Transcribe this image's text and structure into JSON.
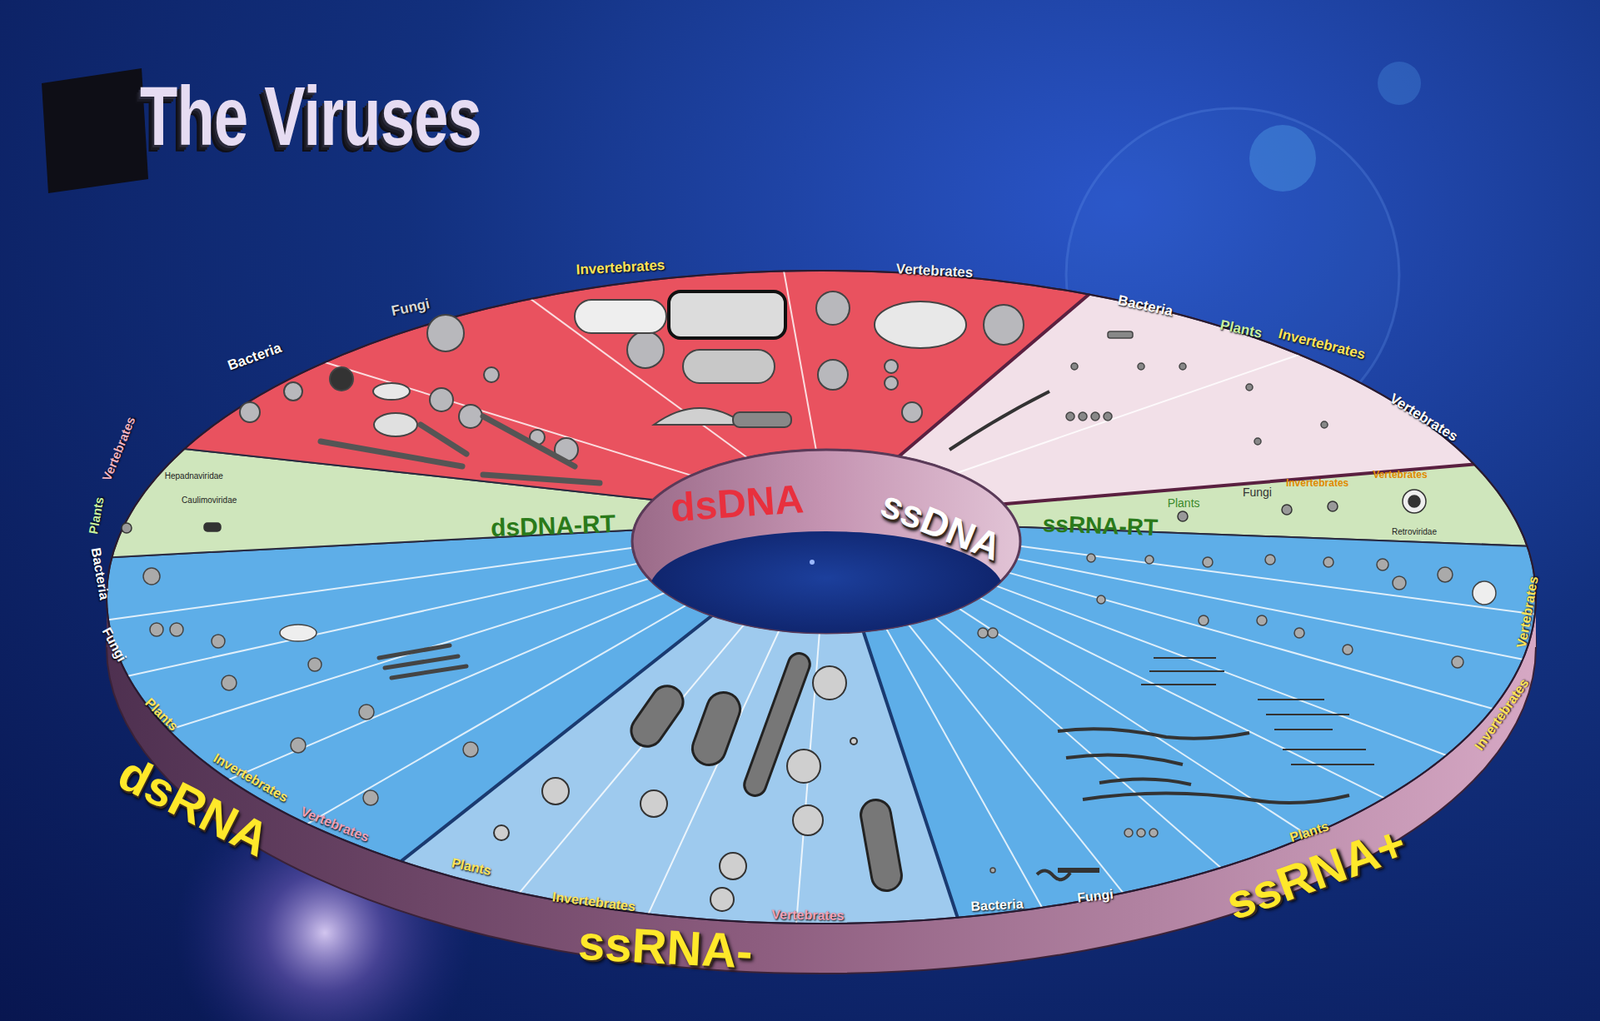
{
  "diagram": {
    "title": "The Viruses",
    "labels": [
      "Bacteria",
      "Fungi",
      "Invertebrates",
      "Vertebrates",
      "Bacteria",
      "Plants",
      "Invertebrates",
      "Vertebrates",
      "Plants",
      "Vertebrates",
      "Hepadnaviridae",
      "Caulimoviridae",
      "dsDNA",
      "ssDNA",
      "dsDNA-RT",
      "ssRNA-RT",
      "Plants",
      "Fungi",
      "Invertebrates",
      "Vertebrates",
      "Retroviridae",
      "Bacteria",
      "Fungi",
      "Plants",
      "Invertebrates",
      "Vertebrates",
      "Plants",
      "Invertebrates",
      "Vertebrates",
      "Bacteria",
      "Fungi",
      "Plants",
      "Invertebrates",
      "Vertebrates",
      "dsRNA",
      "ssRNA-",
      "ssRNA+"
    ]
  }
}
